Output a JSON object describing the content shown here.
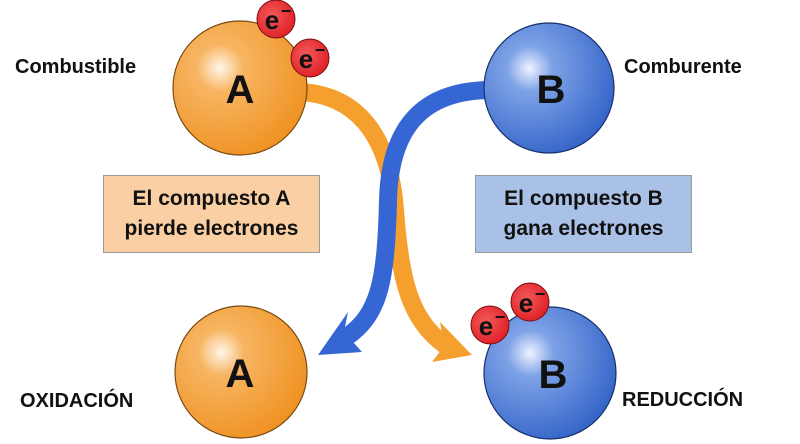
{
  "title": "Reacción de oxidación-reducción (combustión)",
  "labels": {
    "fuel": "Combustible",
    "oxidizer": "Comburente",
    "oxidation": "OXIDACIÓN",
    "reduction": "REDUCCIÓN"
  },
  "spheres": {
    "a_top": "A",
    "b_top": "B",
    "a_bottom": "A",
    "b_bottom": "B"
  },
  "electron_label": "e",
  "electron_sup": "−",
  "boxes": {
    "a": {
      "line1": "El compuesto A",
      "line2": "pierde electrones"
    },
    "b": {
      "line1": "El compuesto B",
      "line2": "gana electrones"
    }
  },
  "colors": {
    "compound_a": "#f4a03a",
    "compound_b": "#3f73d6",
    "electron": "#e4262c",
    "box_a_fill": "#f9cfa3",
    "box_b_fill": "#a9c1e6",
    "arrow_a": "#f5a02e",
    "arrow_b": "#3566d4"
  }
}
